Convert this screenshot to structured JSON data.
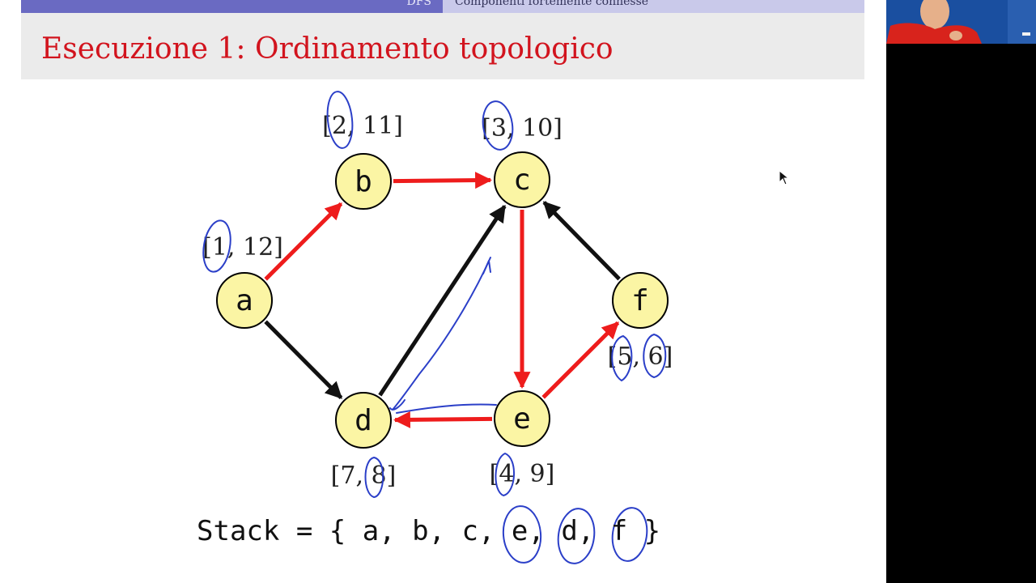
{
  "header": {
    "section": "DFS",
    "subsection": "Componenti fortemente connesse"
  },
  "slide": {
    "title": "Esecuzione 1: Ordinamento topologico"
  },
  "graph": {
    "nodes": [
      {
        "id": "a",
        "label": "a",
        "interval": "[1, 12]"
      },
      {
        "id": "b",
        "label": "b",
        "interval": "[2, 11]"
      },
      {
        "id": "c",
        "label": "c",
        "interval": "[3, 10]"
      },
      {
        "id": "d",
        "label": "d",
        "interval": "[7, 8]"
      },
      {
        "id": "e",
        "label": "e",
        "interval": "[4, 9]"
      },
      {
        "id": "f",
        "label": "f",
        "interval": "[5, 6]"
      }
    ],
    "edges": [
      {
        "from": "a",
        "to": "b",
        "tree_edge": true
      },
      {
        "from": "b",
        "to": "c",
        "tree_edge": true
      },
      {
        "from": "c",
        "to": "e",
        "tree_edge": true
      },
      {
        "from": "e",
        "to": "f",
        "tree_edge": true
      },
      {
        "from": "e",
        "to": "d",
        "tree_edge": true
      },
      {
        "from": "a",
        "to": "d",
        "tree_edge": false
      },
      {
        "from": "d",
        "to": "c",
        "tree_edge": false
      },
      {
        "from": "f",
        "to": "c",
        "tree_edge": false
      }
    ],
    "colors": {
      "tree_edge": "#ee1c1c",
      "other_edge": "#111111",
      "node_fill": "#fbf5a4",
      "annotation_ink": "#2b3fc8",
      "title": "#d2141e"
    }
  },
  "stack": {
    "text": "Stack = { a, b, c, e, d, f }"
  }
}
